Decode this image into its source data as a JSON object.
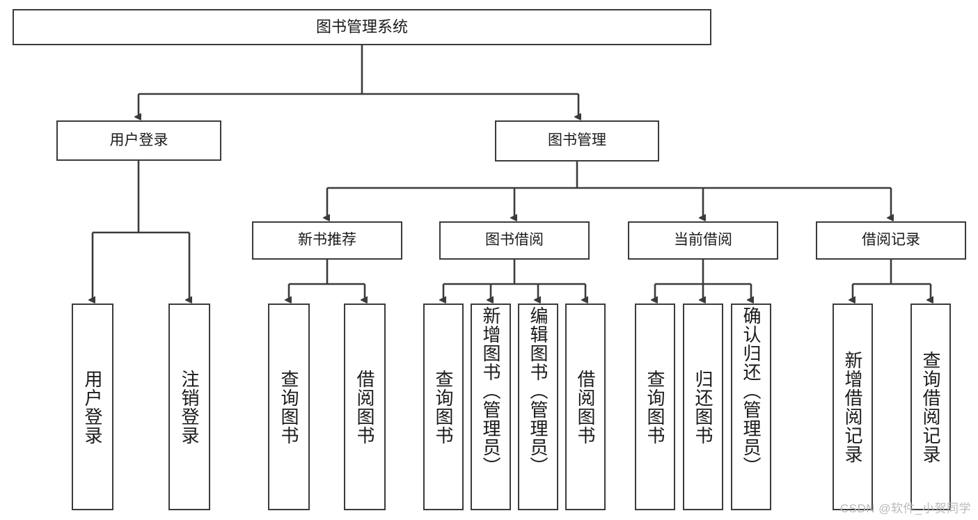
{
  "diagram": {
    "type": "tree",
    "title": "图书管理系统",
    "root": {
      "label": "图书管理系统"
    },
    "level1": [
      {
        "id": "user-login",
        "label": "用户登录"
      },
      {
        "id": "book-manage",
        "label": "图书管理"
      }
    ],
    "level2": [
      {
        "id": "new-book-recommend",
        "label": "新书推荐",
        "parent": "book-manage"
      },
      {
        "id": "book-borrow",
        "label": "图书借阅",
        "parent": "book-manage"
      },
      {
        "id": "current-borrow",
        "label": "当前借阅",
        "parent": "book-manage"
      },
      {
        "id": "borrow-record",
        "label": "借阅记录",
        "parent": "book-manage"
      }
    ],
    "leaves": [
      {
        "id": "leaf-user-login",
        "label": "用户登录",
        "parent": "user-login"
      },
      {
        "id": "leaf-logout-login",
        "label": "注销登录",
        "parent": "user-login"
      },
      {
        "id": "leaf-query-book-1",
        "label": "查询图书",
        "parent": "new-book-recommend"
      },
      {
        "id": "leaf-borrow-book-1",
        "label": "借阅图书",
        "parent": "new-book-recommend"
      },
      {
        "id": "leaf-query-book-2",
        "label": "查询图书",
        "parent": "book-borrow"
      },
      {
        "id": "leaf-add-book",
        "label": "新增图书（管理员）",
        "parent": "book-borrow"
      },
      {
        "id": "leaf-edit-book",
        "label": "编辑图书（管理员）",
        "parent": "book-borrow"
      },
      {
        "id": "leaf-borrow-book-2",
        "label": "借阅图书",
        "parent": "book-borrow"
      },
      {
        "id": "leaf-query-book-3",
        "label": "查询图书",
        "parent": "current-borrow"
      },
      {
        "id": "leaf-return-book",
        "label": "归还图书",
        "parent": "current-borrow"
      },
      {
        "id": "leaf-confirm-return",
        "label": "确认归还（管理员）",
        "parent": "current-borrow"
      },
      {
        "id": "leaf-add-record",
        "label": "新增借阅记录",
        "parent": "borrow-record"
      },
      {
        "id": "leaf-query-record",
        "label": "查询借阅记录",
        "parent": "borrow-record"
      }
    ],
    "colors": {
      "stroke": "#3b3b3b",
      "fill": "#ffffff",
      "text": "#1a1a1a",
      "watermark": "#b9b9b9"
    }
  },
  "watermark": {
    "text": "CSDN @软件_小贺同学"
  }
}
